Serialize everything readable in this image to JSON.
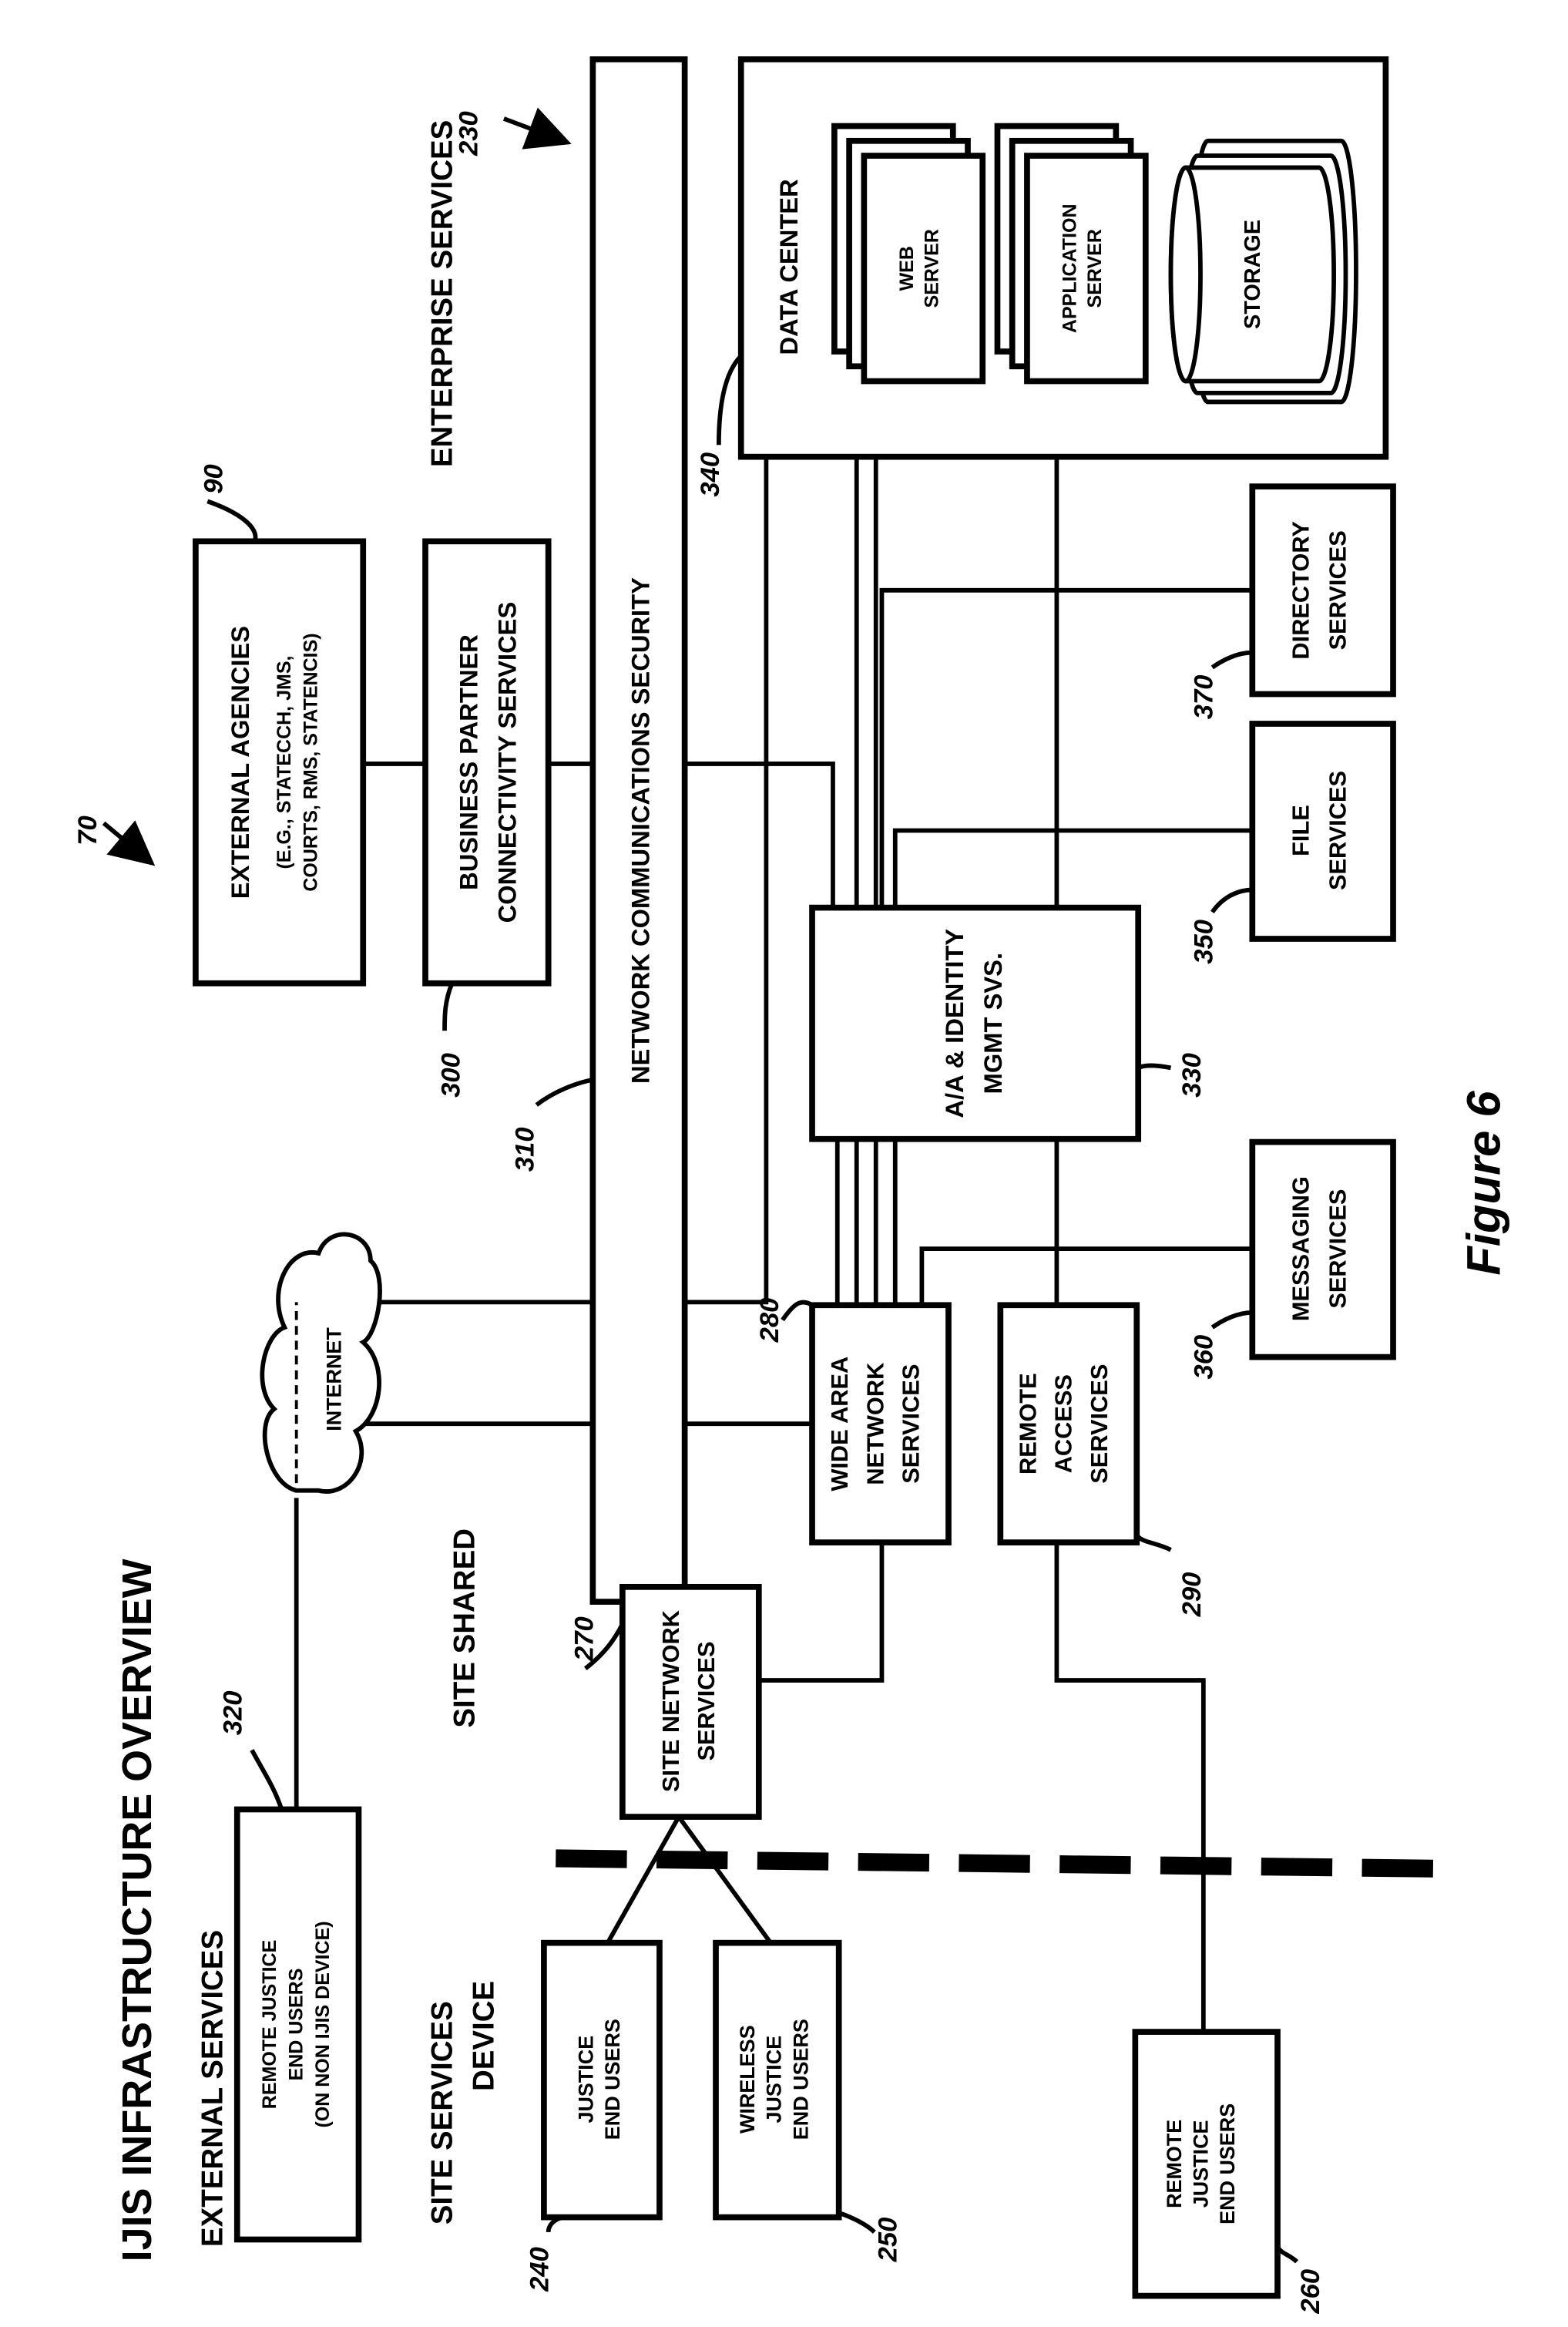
{
  "title": "IJIS INFRASTRUCTURE OVERVIEW",
  "figure_caption": "Figure 6",
  "zones": {
    "external_services": "EXTERNAL SERVICES",
    "site_shared": "SITE SHARED",
    "site_services_device": [
      "SITE SERVICES",
      "DEVICE"
    ],
    "enterprise_services": "ENTERPRISE SERVICES"
  },
  "nodes": {
    "remote_justice_ext": [
      "REMOTE JUSTICE",
      "END USERS",
      "(ON NON IJIS DEVICE)"
    ],
    "internet": "INTERNET",
    "external_agencies": [
      "EXTERNAL AGENCIES",
      "(E.G., STATECCH, JMS,",
      "COURTS, RMS, STATENCIS)"
    ],
    "business_partner": [
      "BUSINESS PARTNER",
      "CONNECTIVITY SERVICES"
    ],
    "network_security": "NETWORK COMMUNICATIONS SECURITY",
    "data_center": "DATA CENTER",
    "web_server": [
      "WEB",
      "SERVER"
    ],
    "application_server": [
      "APPLICATION",
      "SERVER"
    ],
    "storage": "STORAGE",
    "justice_end_users": [
      "JUSTICE",
      "END USERS"
    ],
    "wireless_justice": [
      "WIRELESS",
      "JUSTICE",
      "END USERS"
    ],
    "remote_justice_users": [
      "REMOTE",
      "JUSTICE",
      "END USERS"
    ],
    "site_network": [
      "SITE NETWORK",
      "SERVICES"
    ],
    "wide_area_network": [
      "WIDE AREA",
      "NETWORK",
      "SERVICES"
    ],
    "remote_access": [
      "REMOTE",
      "ACCESS",
      "SERVICES"
    ],
    "aa_identity": [
      "A/A & IDENTITY",
      "MGMT SVS."
    ],
    "messaging": [
      "MESSAGING",
      "SERVICES"
    ],
    "file_services": [
      "FILE",
      "SERVICES"
    ],
    "directory_services": [
      "DIRECTORY",
      "SERVICES"
    ]
  },
  "refs": {
    "r70": "70",
    "r90": "90",
    "r230": "230",
    "r240": "240",
    "r250": "250",
    "r260": "260",
    "r270": "270",
    "r280": "280",
    "r290": "290",
    "r300": "300",
    "r310": "310",
    "r320": "320",
    "r330": "330",
    "r340": "340",
    "r350": "350",
    "r360": "360",
    "r370": "370"
  }
}
